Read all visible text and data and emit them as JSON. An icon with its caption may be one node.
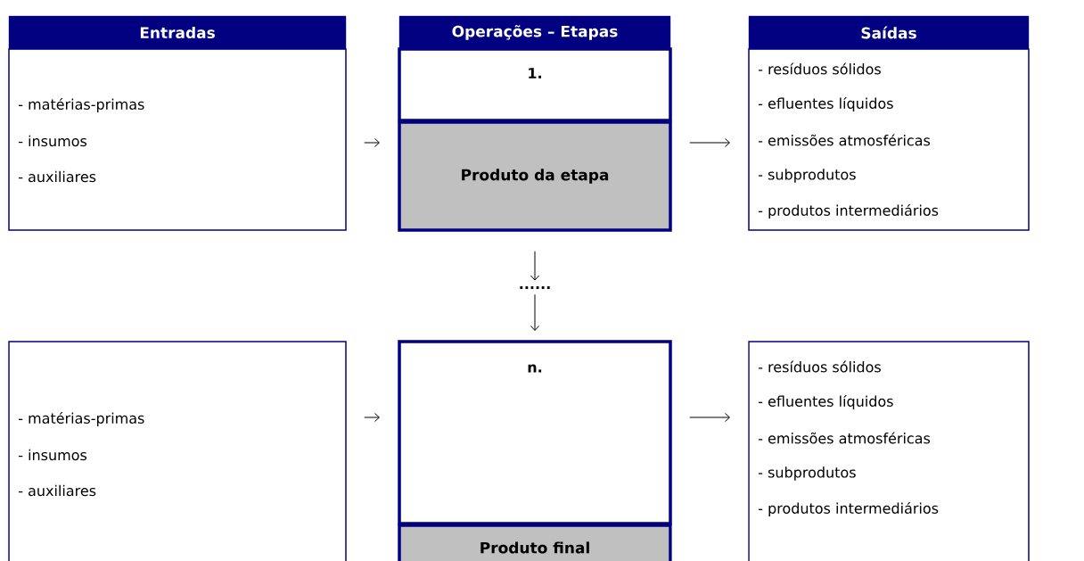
{
  "diagram": {
    "nodes": [
      {
        "text": [
          "Entradas"
        ]
      },
      {
        "text": [
          "Operações – Etapas"
        ]
      },
      {
        "text": [
          "Saídas"
        ]
      },
      {
        "text": [
          "- matérias-primas",
          "- insumos",
          "- auxiliares"
        ]
      },
      {
        "text": [
          "1."
        ]
      },
      {
        "text": [
          "Produto da etapa"
        ]
      },
      {
        "text": [
          "- resíduos sólidos",
          "- efluentes líquidos",
          "- emissões atmosféricas",
          "- subprodutos",
          "- produtos intermediários"
        ]
      },
      {
        "text": [
          "......"
        ]
      },
      {
        "text": [
          "- matérias-primas",
          "- insumos",
          "- auxiliares"
        ]
      },
      {
        "text": [
          "n."
        ]
      },
      {
        "text": [
          "Produto final"
        ]
      },
      {
        "text": [
          "- resíduos sólidos",
          "- efluentes líquidos",
          "- emissões atmosféricas",
          "- subprodutos",
          "- produtos intermediários"
        ]
      }
    ],
    "edges": [
      {
        "from": 3,
        "to": 5,
        "arrow": "to"
      },
      {
        "from": 5,
        "to": 6,
        "arrow": "to"
      },
      {
        "from": 5,
        "to": 7,
        "arrow": "to"
      },
      {
        "from": 7,
        "to": 9,
        "arrow": "to"
      },
      {
        "from": 8,
        "to": 9,
        "arrow": "to"
      },
      {
        "from": 9,
        "to": 11,
        "arrow": "to"
      }
    ]
  }
}
